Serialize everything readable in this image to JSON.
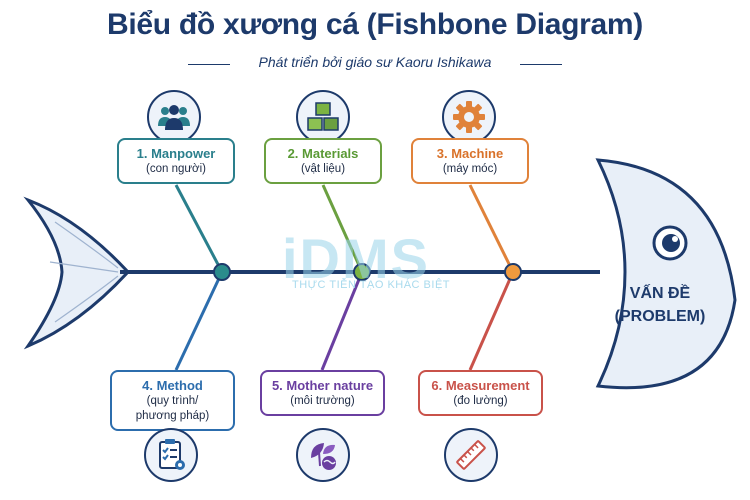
{
  "title": "Biểu đồ xương cá (Fishbone Diagram)",
  "subtitle": "Phát triển bởi giáo sư Kaoru Ishikawa",
  "problem": {
    "line1": "VẤN ĐỀ",
    "line2": "(PROBLEM)"
  },
  "watermark": {
    "text": "iDMS",
    "slogan": "THỰC TIỄN TẠO KHÁC BIỆT"
  },
  "causes": [
    {
      "title": "1. Manpower",
      "subtitle": "(con người)",
      "icon": "people-icon",
      "color": "#2a7f8c"
    },
    {
      "title": "2. Materials",
      "subtitle": "(vật liệu)",
      "icon": "boxes-icon",
      "color": "#6ba040"
    },
    {
      "title": "3. Machine",
      "subtitle": "(máy móc)",
      "icon": "gear-icon",
      "color": "#e0823a"
    },
    {
      "title": "4. Method",
      "subtitle": "(quy trình/ phương pháp)",
      "icon": "checklist-icon",
      "color": "#2c6dad"
    },
    {
      "title": "5. Mother nature",
      "subtitle": "(môi trường)",
      "icon": "plant-globe-icon",
      "color": "#6a3fa0"
    },
    {
      "title": "6. Measurement",
      "subtitle": "(đo lường)",
      "icon": "ruler-icon",
      "color": "#c9524a"
    }
  ],
  "colors": {
    "navy": "#1d3a6b",
    "fish_fill": "#e8eff8",
    "spine": "#1d3a6b"
  }
}
